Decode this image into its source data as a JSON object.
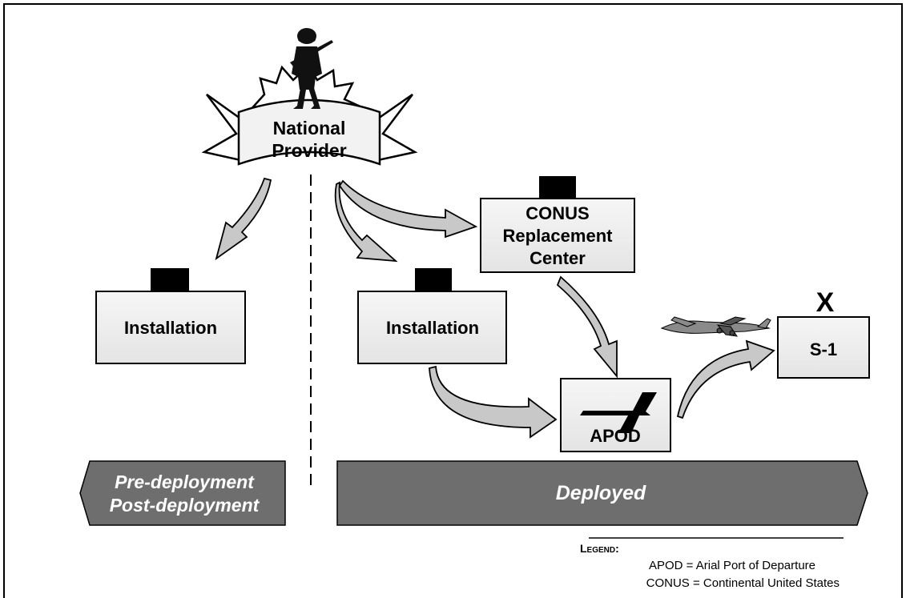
{
  "nodes": {
    "national_provider": [
      "National",
      "Provider"
    ],
    "installation_left": "Installation",
    "installation_right": "Installation",
    "conus_center": [
      "CONUS",
      "Replacement",
      "Center"
    ],
    "apod": "APOD",
    "s1": "S-1",
    "s1_symbol": "X"
  },
  "phases": {
    "left": [
      "Pre-deployment",
      "Post-deployment"
    ],
    "right": "Deployed"
  },
  "legend": {
    "title": "Legend:",
    "entries": [
      "APOD = Arial Port of Departure",
      "CONUS = Continental United States"
    ]
  },
  "colors": {
    "box_fill": "#ececec",
    "arrow_fill": "#c8c8c8",
    "phase_fill": "#6e6e6e",
    "unit_marker": "#000000"
  }
}
